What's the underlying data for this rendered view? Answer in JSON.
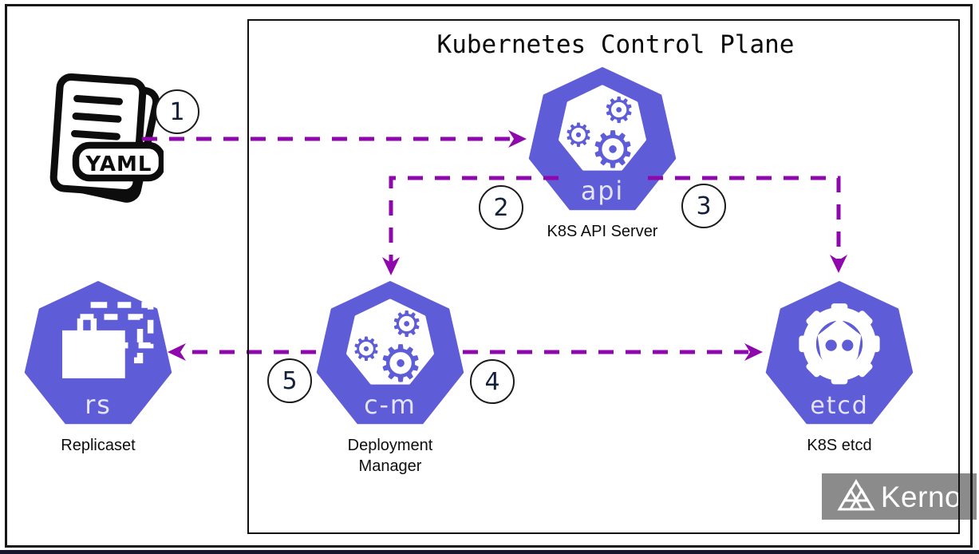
{
  "title": "Kubernetes Control Plane",
  "steps": [
    "1",
    "2",
    "3",
    "4",
    "5"
  ],
  "yaml": {
    "badge": "YAML"
  },
  "nodes": {
    "api": {
      "short": "api",
      "label": "K8S API Server"
    },
    "cm": {
      "short": "c-m",
      "label1": "Deployment",
      "label2": "Manager"
    },
    "etcd": {
      "short": "etcd",
      "label": "K8S etcd"
    },
    "rs": {
      "short": "rs",
      "label": "Replicaset"
    }
  },
  "logo": {
    "text": "Kerno"
  },
  "colors": {
    "node_fill": "#5f5cd8",
    "node_text": "#e4e4fa",
    "arrow": "#8f08ad",
    "logo_bg": "#8b8b8b",
    "border": "#161616"
  }
}
